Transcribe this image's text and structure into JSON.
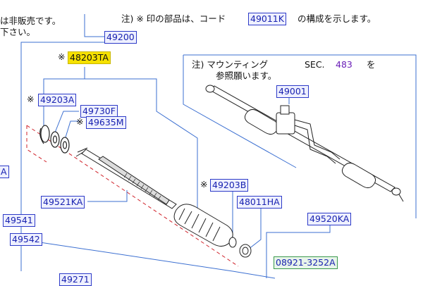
{
  "notes": {
    "top_left_line1": "は非販売です。",
    "top_left_line2": "下さい。",
    "top_right_prefix": "注) ※ 印の部品は、コード",
    "top_right_code": "49011K",
    "top_right_suffix": "の構成を示します。",
    "mount_prefix": "注) マウンティング",
    "mount_sec": "SEC.",
    "mount_sec_num": "483",
    "mount_suffix": "を",
    "mount_line2": "参照願います。"
  },
  "marks": {
    "asterisk": "※"
  },
  "parts": {
    "p49200": "49200",
    "p48203TA": "48203TA",
    "p49203A": "49203A",
    "p49730F": "49730F",
    "p49635M": "49635M",
    "p49001": "49001",
    "p49521KA": "49521KA",
    "p49203B": "49203B",
    "p48011HA": "48011HA",
    "p49520KA": "49520KA",
    "p49541": "49541",
    "p49542": "49542",
    "p08921": "08921-3252A",
    "edge_A": "A",
    "bottom_partial": "49271"
  },
  "colors": {
    "highlight": "#f6e100",
    "link": "#1a23b0",
    "sec": "#6b1fb8",
    "cut": "#d0222a"
  }
}
